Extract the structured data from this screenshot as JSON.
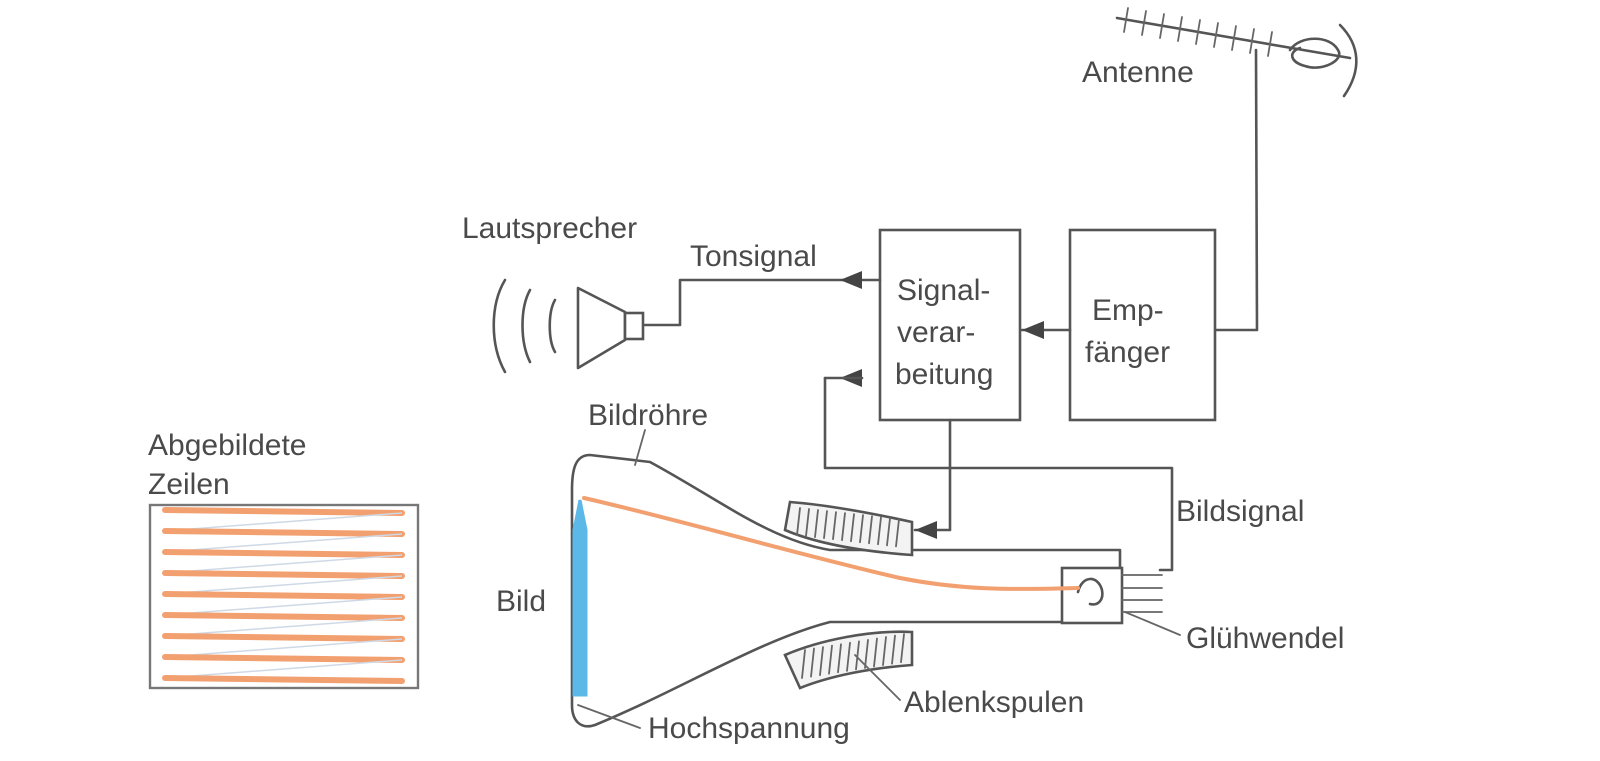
{
  "labels": {
    "antenne": "Antenne",
    "lautsprecher": "Lautsprecher",
    "tonsignal": "Tonsignal",
    "signal_line1": "Signal-",
    "signal_line2": "verar-",
    "signal_line3": "beitung",
    "empf_line1": "Emp-",
    "empf_line2": "fänger",
    "bildroehre": "Bildröhre",
    "abgebildete_line1": "Abgebildete",
    "abgebildete_line2": "Zeilen",
    "bildsignal": "Bildsignal",
    "bild": "Bild",
    "gluehwendel": "Glühwendel",
    "ablenkspulen": "Ablenkspulen",
    "hochspannung": "Hochspannung"
  },
  "colors": {
    "ink": "#555555",
    "text": "#4a4a4a",
    "beam": "#f2a070",
    "screen": "#5cb8e6",
    "coil_fill": "#f3f3f3"
  }
}
